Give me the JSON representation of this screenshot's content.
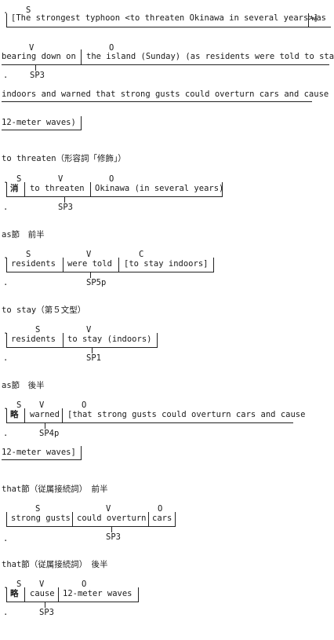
{
  "dot": ".",
  "labels": {
    "S": "S",
    "V": "V",
    "O": "O",
    "C": "C"
  },
  "main": {
    "line1_subject": "[The strongest typhoon <to threaten Okinawa in several years>]",
    "line1_was": "was",
    "line2_verb": "bearing down on",
    "line2_object": "the island (Sunday) (as residents were told to stay",
    "sp3": "SP3",
    "line3": "indoors and warned that strong gusts could overturn cars and cause",
    "line4": "12-meter waves)"
  },
  "s1": {
    "heading": "to threaten（形容詞「修飾」）",
    "omit": "消",
    "verb": "to threaten",
    "object": "Okinawa (in several years)",
    "pattern": "SP3"
  },
  "s2": {
    "heading": "as節　前半",
    "subject": "residents",
    "verb": "were told",
    "complement": "[to stay indoors]",
    "pattern": "SP5p"
  },
  "s3": {
    "heading": "to stay（第５文型）",
    "subject": "residents",
    "verb": "to stay (indoors)",
    "pattern": "SP1"
  },
  "s4": {
    "heading": "as節　後半",
    "omit": "略",
    "verb": "warned",
    "object": "[that strong gusts could overturn cars and cause",
    "pattern": "SP4p",
    "line2": "12-meter waves]"
  },
  "s5": {
    "heading": "that節（従属接続詞）　前半",
    "subject": "strong gusts",
    "verb": "could overturn",
    "object": "cars",
    "pattern": "SP3"
  },
  "s6": {
    "heading": "that節（従属接続詞）　後半",
    "omit": "略",
    "verb": "cause",
    "object": "12-meter waves",
    "pattern": "SP3"
  }
}
